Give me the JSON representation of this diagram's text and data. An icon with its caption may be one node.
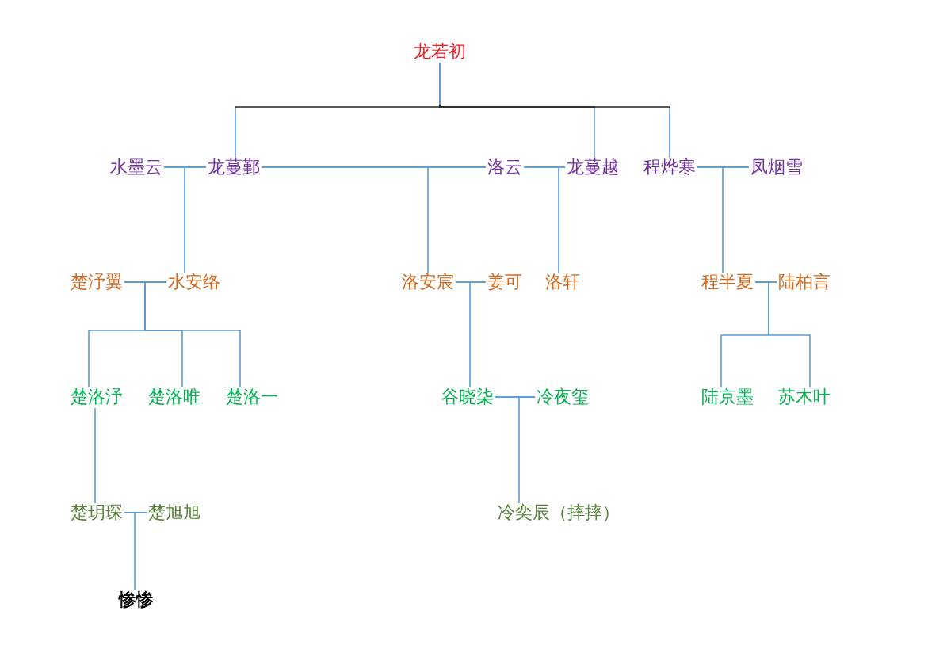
{
  "diagram": {
    "nodes": [
      {
        "text": [
          "龙若初"
        ]
      },
      {
        "text": [
          "水墨云"
        ]
      },
      {
        "text": [
          "龙蔓鄞"
        ]
      },
      {
        "text": [
          "洛云"
        ]
      },
      {
        "text": [
          "龙蔓越"
        ]
      },
      {
        "text": [
          "程烨寒"
        ]
      },
      {
        "text": [
          "凤烟雪"
        ]
      },
      {
        "text": [
          "楚汿翼"
        ]
      },
      {
        "text": [
          "水安络"
        ]
      },
      {
        "text": [
          "洛安宸"
        ]
      },
      {
        "text": [
          "姜可"
        ]
      },
      {
        "text": [
          "洛轩"
        ]
      },
      {
        "text": [
          "程半夏"
        ]
      },
      {
        "text": [
          "陆柏言"
        ]
      },
      {
        "text": [
          "楚洛汿"
        ]
      },
      {
        "text": [
          "楚洛唯"
        ]
      },
      {
        "text": [
          "楚洛一"
        ]
      },
      {
        "text": [
          "谷晓柒"
        ]
      },
      {
        "text": [
          "冷夜玺"
        ]
      },
      {
        "text": [
          "陆京墨"
        ]
      },
      {
        "text": [
          "苏木叶"
        ]
      },
      {
        "text": [
          "楚玥琛"
        ]
      },
      {
        "text": [
          "楚旭旭"
        ]
      },
      {
        "text": [
          "冷奕辰（摔摔）"
        ]
      },
      {
        "text": [
          "惨惨"
        ]
      }
    ],
    "edges": [
      {
        "from": 0,
        "to": 2,
        "arrow": "none"
      },
      {
        "from": 0,
        "to": 4,
        "arrow": "none"
      },
      {
        "from": 0,
        "to": 5,
        "arrow": "none"
      },
      {
        "from": 1,
        "to": 2,
        "arrow": "none"
      },
      {
        "from": 2,
        "to": 3,
        "arrow": "none"
      },
      {
        "from": 3,
        "to": 4,
        "arrow": "none"
      },
      {
        "from": 5,
        "to": 6,
        "arrow": "none"
      },
      {
        "from": 1,
        "to": 8,
        "arrow": "none"
      },
      {
        "from": 2,
        "to": 8,
        "arrow": "none"
      },
      {
        "from": 2,
        "to": 9,
        "arrow": "none"
      },
      {
        "from": 3,
        "to": 9,
        "arrow": "none"
      },
      {
        "from": 3,
        "to": 11,
        "arrow": "none"
      },
      {
        "from": 4,
        "to": 11,
        "arrow": "none"
      },
      {
        "from": 5,
        "to": 12,
        "arrow": "none"
      },
      {
        "from": 6,
        "to": 12,
        "arrow": "none"
      },
      {
        "from": 7,
        "to": 8,
        "arrow": "none"
      },
      {
        "from": 9,
        "to": 10,
        "arrow": "none"
      },
      {
        "from": 12,
        "to": 13,
        "arrow": "none"
      },
      {
        "from": 7,
        "to": 14,
        "arrow": "none"
      },
      {
        "from": 8,
        "to": 14,
        "arrow": "none"
      },
      {
        "from": 7,
        "to": 15,
        "arrow": "none"
      },
      {
        "from": 8,
        "to": 15,
        "arrow": "none"
      },
      {
        "from": 7,
        "to": 16,
        "arrow": "none"
      },
      {
        "from": 8,
        "to": 16,
        "arrow": "none"
      },
      {
        "from": 9,
        "to": 17,
        "arrow": "none"
      },
      {
        "from": 10,
        "to": 17,
        "arrow": "none"
      },
      {
        "from": 12,
        "to": 19,
        "arrow": "none"
      },
      {
        "from": 13,
        "to": 19,
        "arrow": "none"
      },
      {
        "from": 12,
        "to": 20,
        "arrow": "none"
      },
      {
        "from": 13,
        "to": 20,
        "arrow": "none"
      },
      {
        "from": 17,
        "to": 18,
        "arrow": "none"
      },
      {
        "from": 17,
        "to": 23,
        "arrow": "none"
      },
      {
        "from": 18,
        "to": 23,
        "arrow": "none"
      },
      {
        "from": 14,
        "to": 21,
        "arrow": "none"
      },
      {
        "from": 21,
        "to": 22,
        "arrow": "none"
      },
      {
        "from": 21,
        "to": 24,
        "arrow": "none"
      },
      {
        "from": 22,
        "to": 24,
        "arrow": "none"
      }
    ]
  }
}
